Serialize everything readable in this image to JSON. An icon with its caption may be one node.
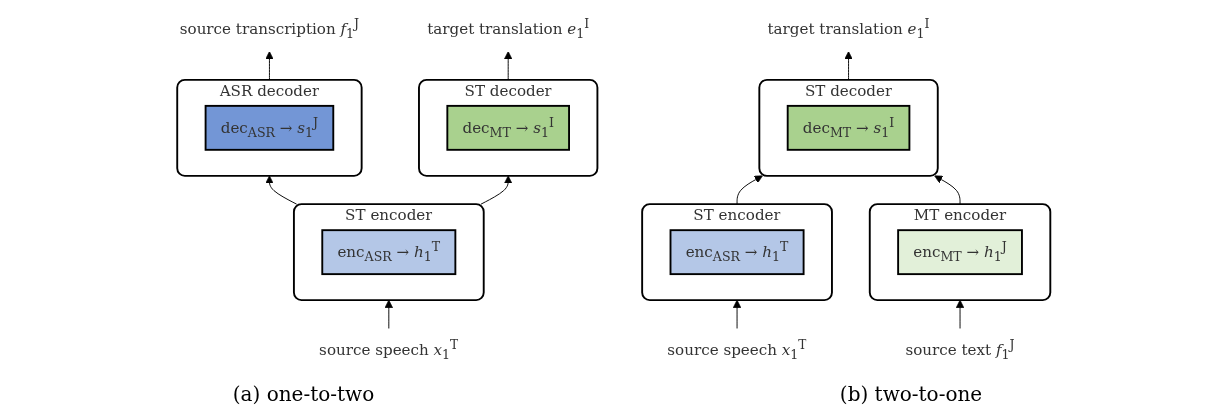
{
  "diagram": {
    "nodes": [
      {
        "text": [
          "source transcription *f*$_{1}$$^{J}$"
        ]
      },
      {
        "text": [
          "target translation *e*$_{1}$$^{I}$"
        ]
      },
      {
        "text": [
          "ASR decoder"
        ]
      },
      {
        "text": [
          "dec$_{ASR}$ → *s*$_{1}$$^{J}$"
        ],
        "in": 2
      },
      {
        "text": [
          "ST decoder"
        ]
      },
      {
        "text": [
          "dec$_{MT}$ → *s*$_{1}$$^{I}$"
        ],
        "in": 4
      },
      {
        "text": [
          "ST encoder"
        ]
      },
      {
        "text": [
          "enc$_{ASR}$ → *h*$_{1}$$^{T}$"
        ],
        "in": 6
      },
      {
        "text": [
          "source speech *x*$_{1}$$^{T}$"
        ]
      },
      {
        "text": [
          "target translation *e*$_{1}$$^{I}$"
        ]
      },
      {
        "text": [
          "ST decoder"
        ]
      },
      {
        "text": [
          "dec$_{MT}$ → *s*$_{1}$$^{I}$"
        ],
        "in": 10
      },
      {
        "text": [
          "ST encoder"
        ]
      },
      {
        "text": [
          "enc$_{ASR}$ → *h*$_{1}$$^{T}$"
        ],
        "in": 12
      },
      {
        "text": [
          "MT encoder"
        ]
      },
      {
        "text": [
          "enc$_{MT}$ → *h*$_{1}$$^{J}$"
        ],
        "in": 14
      },
      {
        "text": [
          "source speech *x*$_{1}$$^{T}$"
        ]
      },
      {
        "text": [
          "source text *f*$_{1}$$^{J}$"
        ]
      }
    ],
    "edges": [
      {
        "from": 8,
        "to": 6,
        "arrow": "to"
      },
      {
        "from": 6,
        "to": 2,
        "arrow": "to"
      },
      {
        "from": 6,
        "to": 4,
        "arrow": "to"
      },
      {
        "from": 2,
        "to": 0,
        "arrow": "to"
      },
      {
        "from": 4,
        "to": 1,
        "arrow": "to"
      },
      {
        "from": 16,
        "to": 12,
        "arrow": "to"
      },
      {
        "from": 17,
        "to": 14,
        "arrow": "to"
      },
      {
        "from": 12,
        "to": 10,
        "arrow": "to"
      },
      {
        "from": 14,
        "to": 10,
        "arrow": "to"
      },
      {
        "from": 10,
        "to": 9,
        "arrow": "to"
      }
    ],
    "labels": [
      "(a) one-to-two",
      "(b) two-to-one"
    ]
  }
}
